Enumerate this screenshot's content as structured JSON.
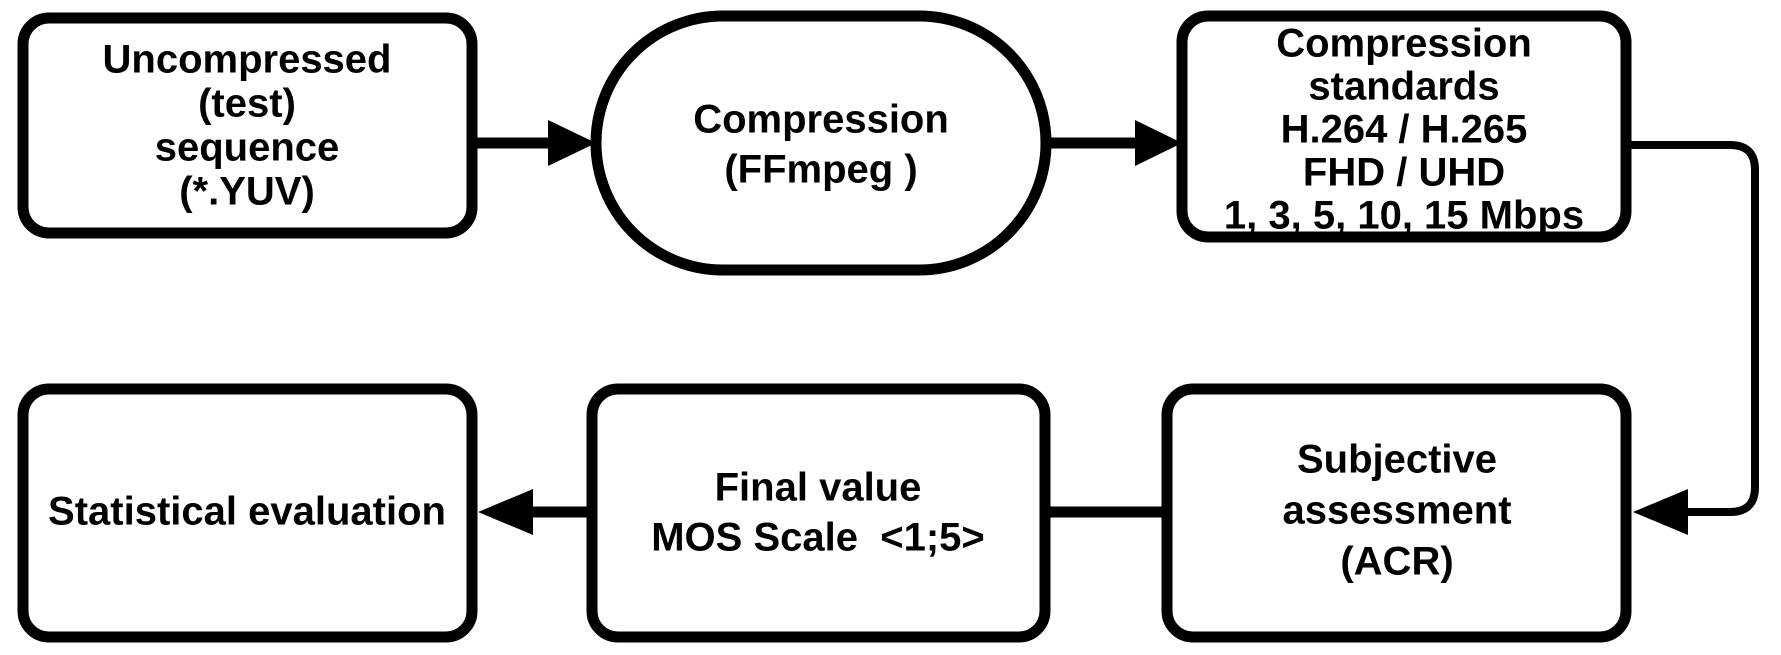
{
  "diagram": {
    "title": "Subjective video quality assessment methodology flowchart",
    "orientation": "two-row serpentine (left-to-right, then right-to-left)",
    "stroke_color": "#000000",
    "fill_color": "#ffffff",
    "background_color": "#ffffff",
    "nodes": [
      {
        "id": "uncompressed-sequence",
        "shape": "rounded-rectangle",
        "row": "top",
        "order": 1,
        "lines": [
          "Uncompressed",
          "(test)",
          "sequence",
          "(*.YUV)"
        ]
      },
      {
        "id": "compression",
        "shape": "stadium",
        "row": "top",
        "order": 2,
        "lines": [
          "Compression",
          "(FFmpeg )"
        ]
      },
      {
        "id": "compression-standards",
        "shape": "rounded-rectangle",
        "row": "top",
        "order": 3,
        "lines": [
          "Compression",
          "standards",
          "H.264 / H.265",
          "FHD / UHD",
          "1, 3, 5, 10, 15 Mbps"
        ]
      },
      {
        "id": "subjective-assessment",
        "shape": "rounded-rectangle",
        "row": "bottom",
        "order": 4,
        "lines": [
          "Subjective",
          "assessment",
          "(ACR)"
        ]
      },
      {
        "id": "final-value",
        "shape": "rounded-rectangle",
        "row": "bottom",
        "order": 5,
        "lines": [
          "Final value",
          "MOS Scale  <1;5>"
        ]
      },
      {
        "id": "statistical-evaluation",
        "shape": "rounded-rectangle",
        "row": "bottom",
        "order": 6,
        "lines": [
          "Statistical evaluation"
        ]
      }
    ],
    "edges": [
      {
        "id": "edge-1",
        "from": "uncompressed-sequence",
        "to": "compression",
        "direction": "right",
        "style": "straight-arrow"
      },
      {
        "id": "edge-2",
        "from": "compression",
        "to": "compression-standards",
        "direction": "right",
        "style": "straight-arrow"
      },
      {
        "id": "edge-3",
        "from": "compression-standards",
        "to": "subjective-assessment",
        "direction": "wrap-around-right",
        "style": "elbow-arrow"
      },
      {
        "id": "edge-4",
        "from": "subjective-assessment",
        "to": "final-value",
        "direction": "left",
        "style": "straight-arrow"
      },
      {
        "id": "edge-5",
        "from": "final-value",
        "to": "statistical-evaluation",
        "direction": "left",
        "style": "straight-arrow"
      }
    ]
  }
}
